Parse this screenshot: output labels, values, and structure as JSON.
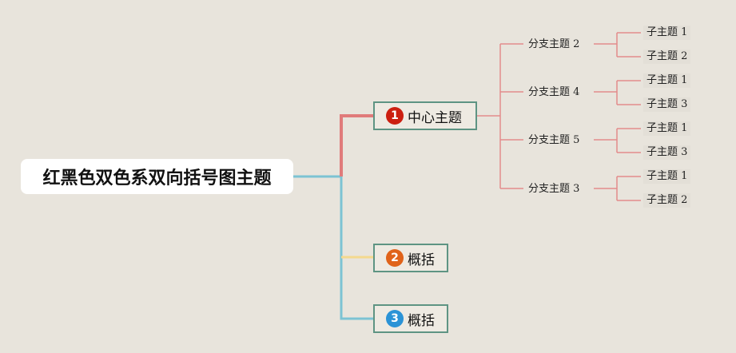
{
  "root": {
    "title": "红黑色双色系双向括号图主题"
  },
  "main_topics": [
    {
      "marker": "1",
      "marker_color": "#cc1f10",
      "title": "中心主题",
      "connector_color": "#e07b7b",
      "branches": [
        {
          "title": "分支主题 2",
          "children": [
            "子主题 1",
            "子主题 2"
          ]
        },
        {
          "title": "分支主题 4",
          "children": [
            "子主题 1",
            "子主题 3"
          ]
        },
        {
          "title": "分支主题 5",
          "children": [
            "子主题 1",
            "子主题 3"
          ]
        },
        {
          "title": "分支主题 3",
          "children": [
            "子主题 1",
            "子主题 2"
          ]
        }
      ]
    },
    {
      "marker": "2",
      "marker_color": "#e0631a",
      "title": "概括",
      "connector_color": "#f4d98e"
    },
    {
      "marker": "3",
      "marker_color": "#2b93d6",
      "title": "概括",
      "connector_color": "#7cc3d3"
    }
  ],
  "colors": {
    "background": "#e8e4dc",
    "node_border": "#5e9483",
    "branch_line": "#e38b8b",
    "trunk_line": "#7cc3d3"
  }
}
